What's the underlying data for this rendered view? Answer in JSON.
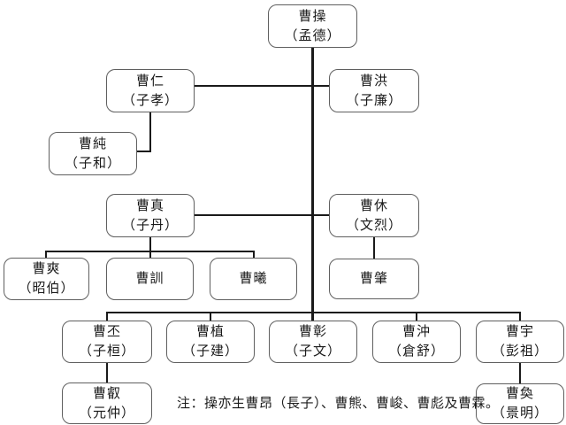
{
  "diagram": {
    "title": "",
    "nodes": [
      {
        "id": "caocao",
        "name": "曹操",
        "courtesy": "（孟德）"
      },
      {
        "id": "caoren",
        "name": "曹仁",
        "courtesy": "（子孝）"
      },
      {
        "id": "caohong",
        "name": "曹洪",
        "courtesy": "（子廉）"
      },
      {
        "id": "caochun",
        "name": "曹純",
        "courtesy": "（子和）"
      },
      {
        "id": "caozhen",
        "name": "曹真",
        "courtesy": "（子丹）"
      },
      {
        "id": "caoxiu",
        "name": "曹休",
        "courtesy": "（文烈）"
      },
      {
        "id": "caoshuang",
        "name": "曹爽",
        "courtesy": "（昭伯）"
      },
      {
        "id": "caoxun",
        "name": "曹訓",
        "courtesy": ""
      },
      {
        "id": "caoxi",
        "name": "曹曦",
        "courtesy": ""
      },
      {
        "id": "caozhao",
        "name": "曹肇",
        "courtesy": ""
      },
      {
        "id": "caopi",
        "name": "曹丕",
        "courtesy": "（子桓）"
      },
      {
        "id": "caozhi",
        "name": "曹植",
        "courtesy": "（子建）"
      },
      {
        "id": "caozhang",
        "name": "曹彰",
        "courtesy": "（子文）"
      },
      {
        "id": "caochong",
        "name": "曹沖",
        "courtesy": "（倉舒）"
      },
      {
        "id": "caoyu",
        "name": "曹宇",
        "courtesy": "（彭祖）"
      },
      {
        "id": "caorui",
        "name": "曹叡",
        "courtesy": "（元仲）"
      },
      {
        "id": "caohuan",
        "name": "曹奐",
        "courtesy": "（景明）"
      }
    ],
    "edges": [
      [
        "caocao",
        "caoren"
      ],
      [
        "caocao",
        "caohong"
      ],
      [
        "caoren",
        "caochun"
      ],
      [
        "caocao",
        "caozhen"
      ],
      [
        "caocao",
        "caoxiu"
      ],
      [
        "caozhen",
        "caoshuang"
      ],
      [
        "caozhen",
        "caoxun"
      ],
      [
        "caozhen",
        "caoxi"
      ],
      [
        "caoxiu",
        "caozhao"
      ],
      [
        "caocao",
        "caopi"
      ],
      [
        "caocao",
        "caozhi"
      ],
      [
        "caocao",
        "caozhang"
      ],
      [
        "caocao",
        "caochong"
      ],
      [
        "caocao",
        "caoyu"
      ],
      [
        "caopi",
        "caorui"
      ],
      [
        "caoyu",
        "caohuan"
      ]
    ],
    "note": "注：操亦生曹昂（長子）、曹熊、曹峻、曹彪及曹霖。"
  },
  "colors": {
    "background": "#ffffff",
    "box_fill": "#ffffff",
    "box_border": "#5f5f5f",
    "line": "#1a1a1a",
    "text": "#1a1a1a"
  }
}
